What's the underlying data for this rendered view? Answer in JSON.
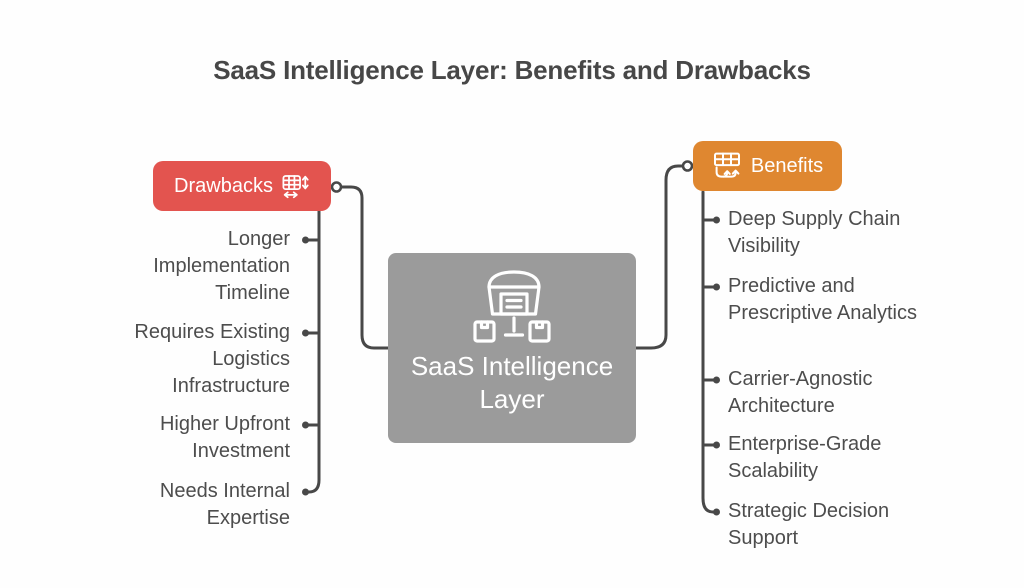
{
  "title": "SaaS Intelligence Layer: Benefits and Drawbacks",
  "colors": {
    "line": "#484848",
    "text": "#4d4d4d",
    "title": "#474747",
    "node_text": "#ffffff"
  },
  "center": {
    "label": "SaaS Intelligence Layer",
    "color": "#9b9b9b",
    "icon": "warehouse-distribution-icon"
  },
  "drawbacks": {
    "label": "Drawbacks",
    "color": "#e3544f",
    "icon": "table-resize-icon",
    "items": [
      "Longer Implementation Timeline",
      "Requires Existing Logistics Infrastructure",
      "Higher Upfront Investment",
      "Needs Internal Expertise"
    ]
  },
  "benefits": {
    "label": "Benefits",
    "color": "#df8730",
    "icon": "table-export-icon",
    "items": [
      "Deep Supply Chain Visibility",
      "Predictive and Prescriptive Analytics",
      "Carrier-Agnostic Architecture",
      "Enterprise-Grade Scalability",
      "Strategic Decision Support"
    ]
  }
}
